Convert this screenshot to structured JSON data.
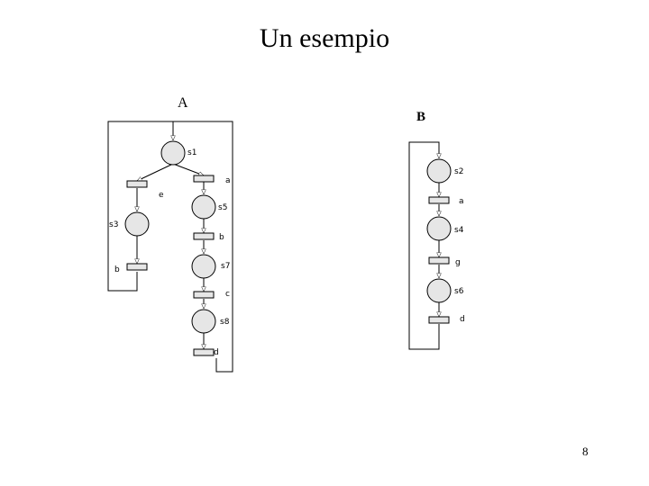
{
  "slide": {
    "title": "Un esempio",
    "page_number": "8"
  },
  "nets": {
    "A": {
      "name": "A",
      "places": [
        "s1",
        "s3",
        "s5",
        "s7",
        "s8"
      ],
      "transitions": [
        "e",
        "a",
        "b",
        "b",
        "c",
        "d"
      ]
    },
    "B": {
      "name": "B",
      "places": [
        "s2",
        "s4",
        "s6"
      ],
      "transitions": [
        "a",
        "g",
        "d"
      ]
    }
  }
}
